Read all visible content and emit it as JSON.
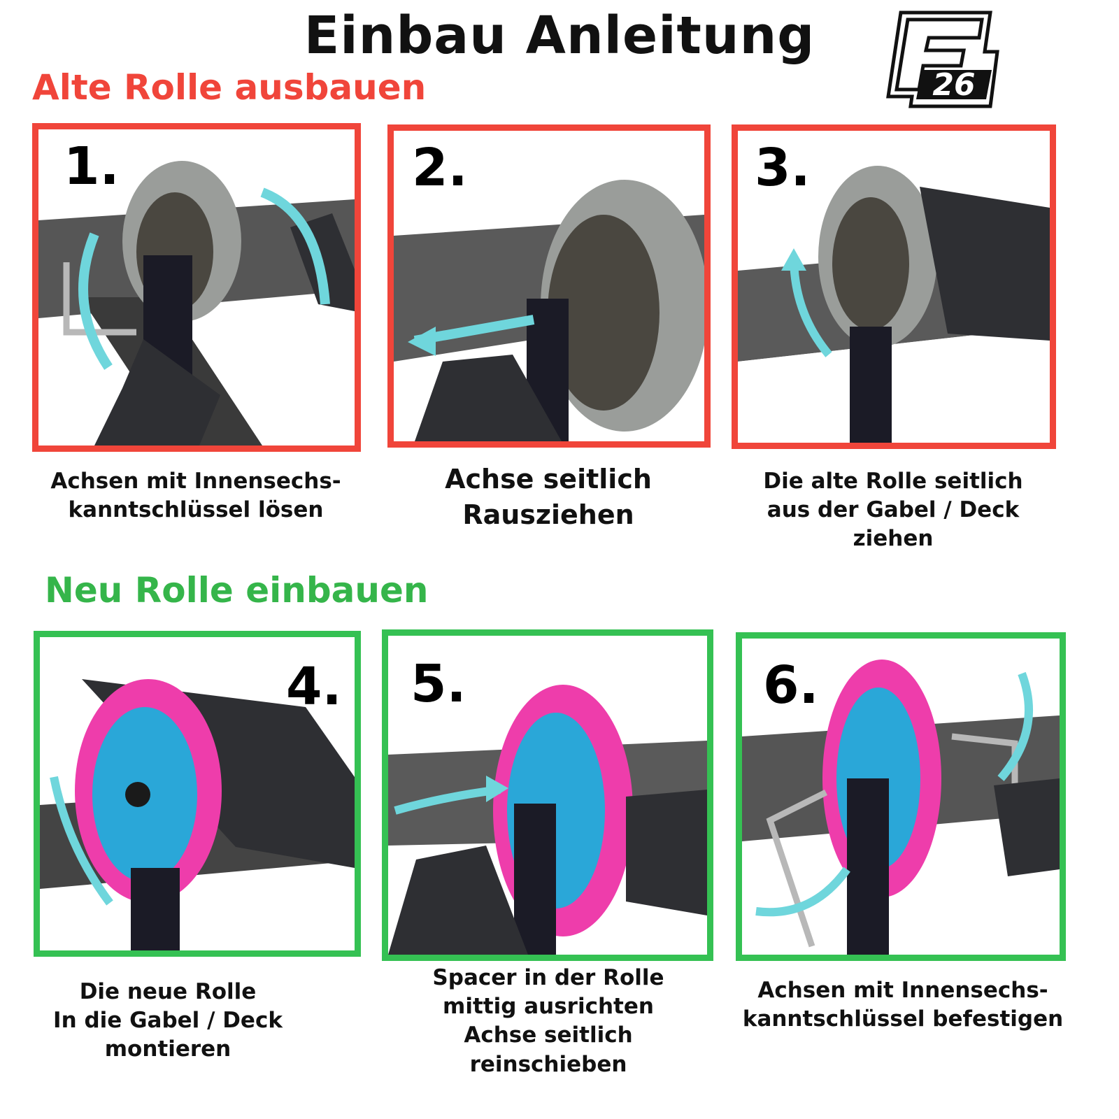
{
  "header": {
    "title": "Einbau Anleitung",
    "logo": {
      "text": "26",
      "letter": "F",
      "icon": "f26-brand-logo"
    }
  },
  "sections": {
    "remove": {
      "heading": "Alte Rolle ausbauen",
      "color": "#f0453a"
    },
    "install": {
      "heading": "Neu Rolle einbauen",
      "color": "#35c153"
    }
  },
  "steps": [
    {
      "number": "1.",
      "caption": [
        "Achsen mit Innensechs-",
        "kanntschlüssel lösen"
      ],
      "wheel_color": "#9a9d9a",
      "hub_color": "#4a4740",
      "arrow_color": "#6fd6dc",
      "image": "old-wheel-loosening-axle-photo"
    },
    {
      "number": "2.",
      "caption": [
        "Achse seitlich",
        "Rausziehen"
      ],
      "wheel_color": "#9a9d9a",
      "hub_color": "#4a4740",
      "arrow_color": "#6fd6dc",
      "image": "old-wheel-axle-removal-photo"
    },
    {
      "number": "3.",
      "caption": [
        "Die alte Rolle seitlich",
        "aus der Gabel / Deck",
        "ziehen"
      ],
      "wheel_color": "#9a9d9a",
      "hub_color": "#4a4740",
      "arrow_color": "#6fd6dc",
      "image": "old-wheel-removal-photo"
    },
    {
      "number": "4.",
      "caption": [
        "Die neue Rolle",
        "In die Gabel / Deck",
        "montieren"
      ],
      "wheel_color": "#ee3dab",
      "hub_color": "#2aa7d8",
      "arrow_color": "#6fd6dc",
      "image": "new-wheel-insert-photo"
    },
    {
      "number": "5.",
      "caption": [
        "Spacer in der Rolle",
        "mittig ausrichten",
        "Achse seitlich",
        "reinschieben"
      ],
      "wheel_color": "#ee3dab",
      "hub_color": "#2aa7d8",
      "arrow_color": "#6fd6dc",
      "image": "new-wheel-axle-insert-photo"
    },
    {
      "number": "6.",
      "caption": [
        "Achsen mit Innensechs-",
        "kanntschlüssel befestigen"
      ],
      "wheel_color": "#ee3dab",
      "hub_color": "#2aa7d8",
      "arrow_color": "#6fd6dc",
      "image": "new-wheel-tightening-photo"
    }
  ]
}
